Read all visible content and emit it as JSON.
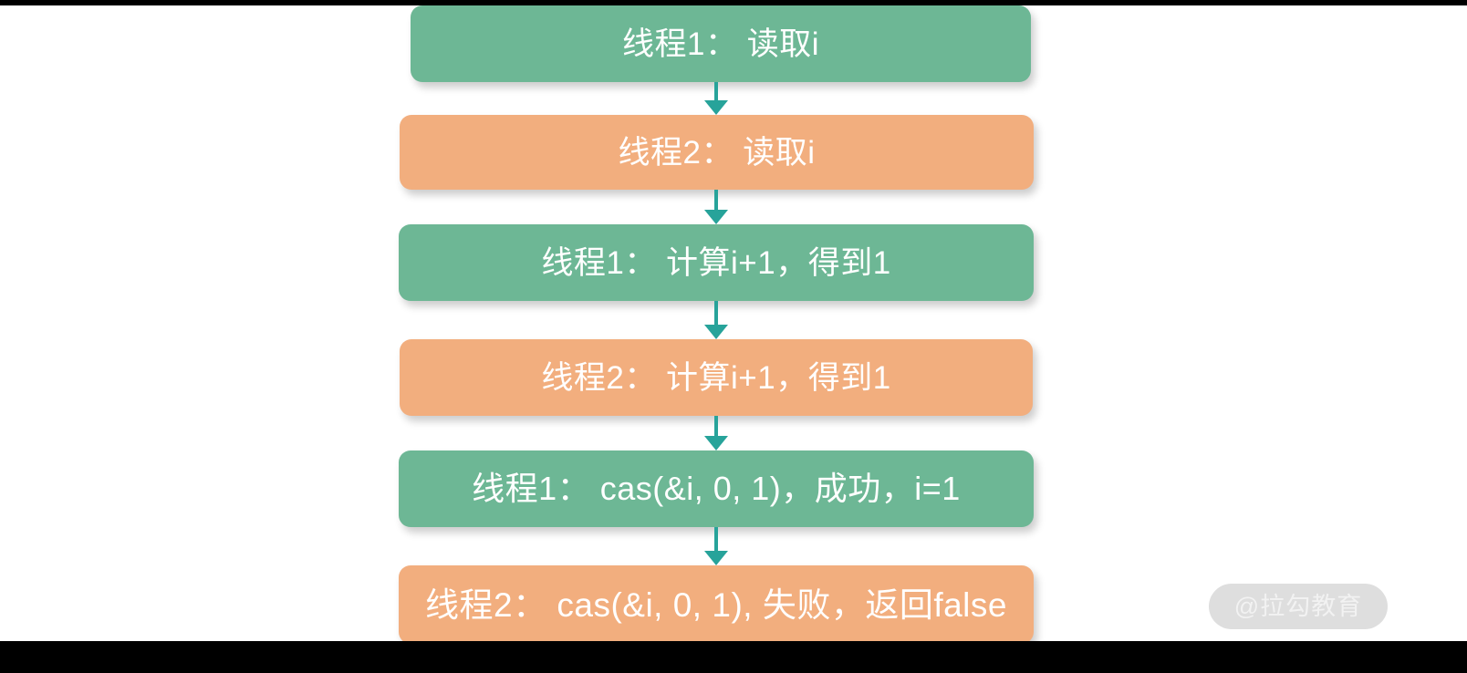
{
  "slide": {
    "background_color": "#FFFFFF",
    "letterbox_color": "#000000",
    "colors": {
      "green": "#6DB795",
      "orange": "#F2AE7E",
      "arrow_teal": "#27A39A",
      "text": "#FFFFFF",
      "watermark_pill": "#DEDEDE",
      "watermark_text": "#F2F2F2"
    }
  },
  "flow": {
    "steps": [
      {
        "id": "step-1",
        "label": "线程1： 读取i",
        "actor": "线程1",
        "color": "green"
      },
      {
        "id": "step-2",
        "label": "线程2： 读取i",
        "actor": "线程2",
        "color": "orange"
      },
      {
        "id": "step-3",
        "label": "线程1： 计算i+1，得到1",
        "actor": "线程1",
        "color": "green"
      },
      {
        "id": "step-4",
        "label": "线程2： 计算i+1，得到1",
        "actor": "线程2",
        "color": "orange"
      },
      {
        "id": "step-5",
        "label": "线程1： cas(&i, 0, 1)，成功，i=1",
        "actor": "线程1",
        "color": "green"
      },
      {
        "id": "step-6",
        "label": "线程2： cas(&i, 0, 1), 失败，返回false",
        "actor": "线程2",
        "color": "orange"
      }
    ],
    "connectors": [
      {
        "id": "connector-1",
        "from": "step-1",
        "to": "step-2",
        "icon": "arrow-down-icon"
      },
      {
        "id": "connector-2",
        "from": "step-2",
        "to": "step-3",
        "icon": "arrow-down-icon"
      },
      {
        "id": "connector-3",
        "from": "step-3",
        "to": "step-4",
        "icon": "arrow-down-icon"
      },
      {
        "id": "connector-4",
        "from": "step-4",
        "to": "step-5",
        "icon": "arrow-down-icon"
      },
      {
        "id": "connector-5",
        "from": "step-5",
        "to": "step-6",
        "icon": "arrow-down-icon"
      }
    ]
  },
  "watermark": {
    "text": "@拉勾教育"
  }
}
